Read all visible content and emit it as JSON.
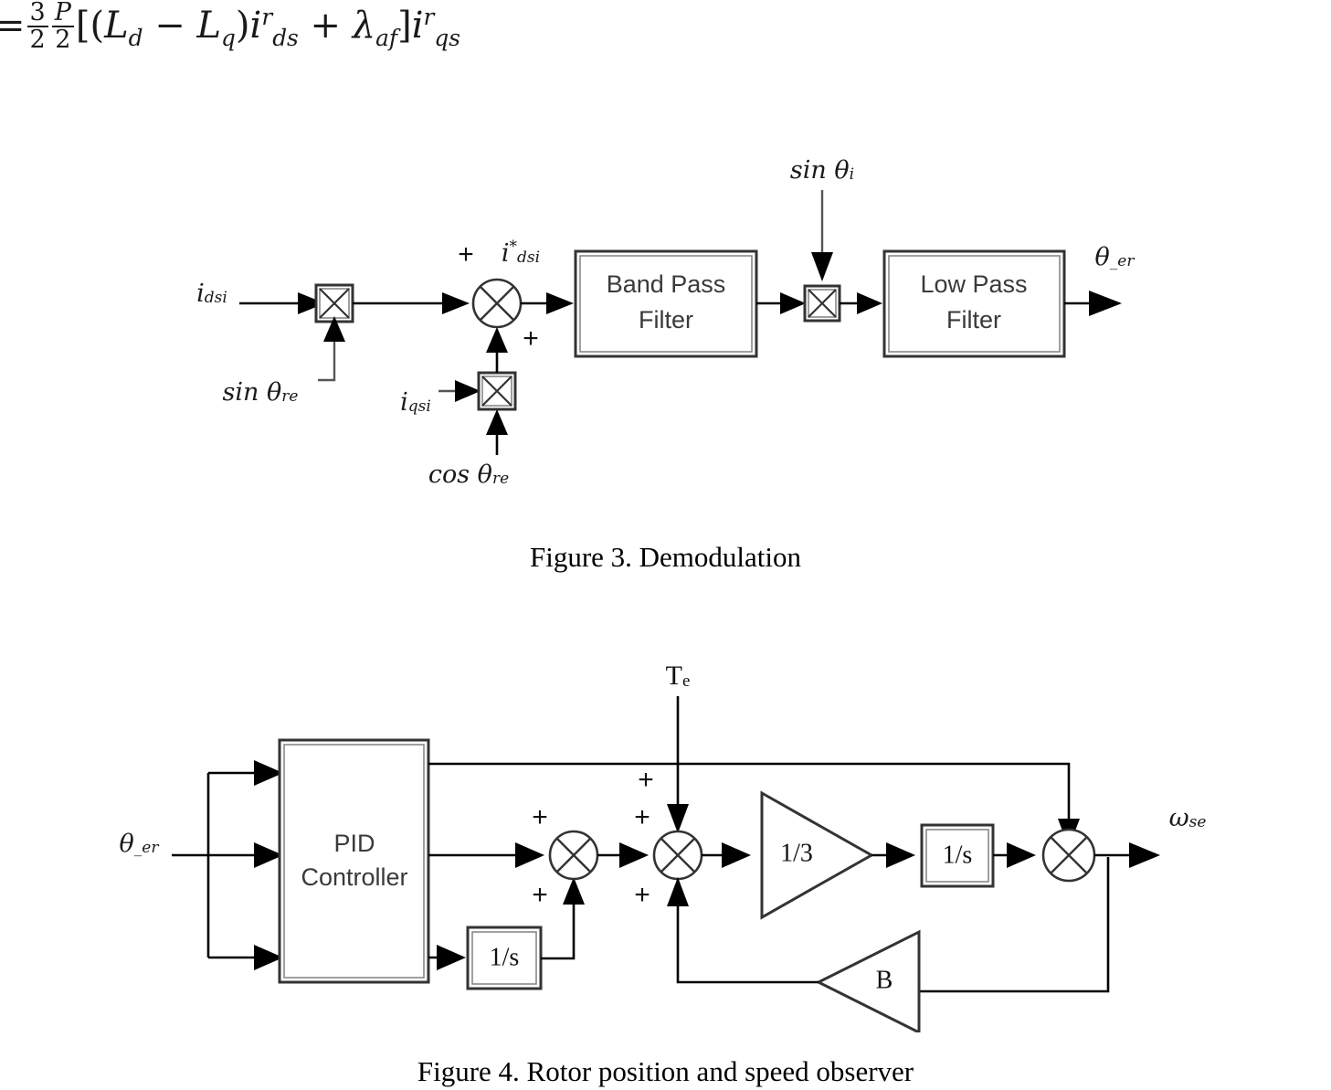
{
  "equation": {
    "lhs": "=",
    "coefficient_numerator_1": "3",
    "coefficient_denominator_1": "2",
    "coefficient_numerator_2": "P",
    "coefficient_denominator_2": "2",
    "bracket_open": "[(",
    "term_Ld": "L",
    "term_Ld_sub": "d",
    "minus": "−",
    "term_Lq": "L",
    "term_Lq_sub": "q",
    "bracket_mid": ")",
    "term_ids": "i",
    "term_ids_sub": "ds",
    "term_ids_sup": "r",
    "plus": "+",
    "term_lambda": "λ",
    "term_lambda_sub": "af",
    "bracket_close": "]",
    "term_iqs": "i",
    "term_iqs_sub": "qs",
    "term_iqs_sup": "r",
    "plain": "=  3/2 · P/2 [ (Ld − Lq) iᵈˢʳ + λ_af ] iᵠˢʳ"
  },
  "figure3": {
    "caption": "Figure 3. Demodulation",
    "input_label": "i",
    "input_label_sub": "dsi",
    "carrier_label_1": "sin θ",
    "carrier_label_1_sub": "re",
    "second_input_label": "i",
    "second_input_label_sub": "qsi",
    "carrier_label_2": "cos θ",
    "carrier_label_2_sub": "re",
    "mid_signal_label": "i",
    "mid_signal_label_sup": "*",
    "mid_signal_label_sub": "dsi",
    "carrier_label_3": "sin θ",
    "carrier_label_3_sub": "i",
    "output_label": "θ",
    "output_label_sub": "_er",
    "blocks": [
      {
        "name": "band-pass-filter",
        "line1": "Band Pass",
        "line2": "Filter"
      },
      {
        "name": "low-pass-filter",
        "line1": "Low Pass",
        "line2": "Filter"
      }
    ],
    "multipliers": [
      {
        "name": "multiplier-sin-thetare"
      },
      {
        "name": "multiplier-cos-thetare"
      },
      {
        "name": "multiplier-sin-thetai"
      }
    ],
    "sum_junction": {
      "name": "summing-junction",
      "sign_top": "+",
      "sign_bottom": "+"
    }
  },
  "figure4": {
    "caption": "Figure 4. Rotor position and speed observer",
    "input_label": "θ",
    "input_label_sub": "_er",
    "torque_label": "T",
    "torque_label_sub": "e",
    "output_label": "ω",
    "output_label_sub": "se",
    "controller": {
      "name": "pid-controller",
      "line1": "PID",
      "line2": "Controller"
    },
    "integrator_1": {
      "name": "integrator-block-1",
      "label": "1/s"
    },
    "integrator_2": {
      "name": "integrator-block-2",
      "label": "1/s"
    },
    "gain_forward": {
      "name": "gain-one-third",
      "label": "1/3"
    },
    "gain_feedback": {
      "name": "gain-damping-b",
      "label": "B"
    },
    "sum_junction_1": {
      "name": "summing-junction-1",
      "sign_left": "+",
      "sign_bottom": "+"
    },
    "sum_junction_2": {
      "name": "summing-junction-2",
      "sign_left": "+",
      "sign_top": "+",
      "sign_bottom": "+"
    },
    "sum_junction_3": {
      "name": "summing-junction-3"
    }
  },
  "colors": {
    "stroke": "#333333",
    "wire": "#000000",
    "block_label": "#3a3a3a",
    "background": "#ffffff"
  }
}
